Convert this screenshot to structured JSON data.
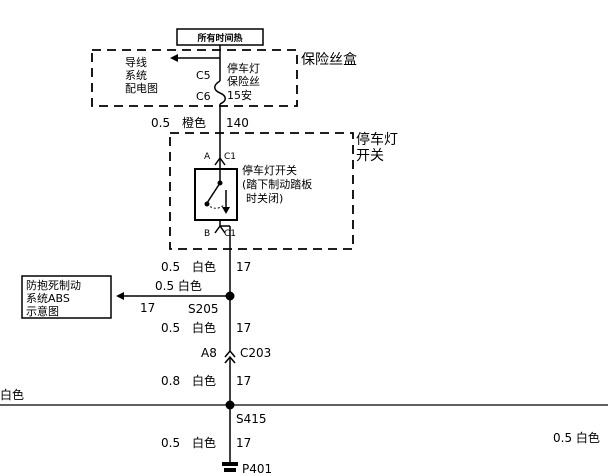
{
  "hot_at_all_times": "所有时间热",
  "fuse_box": {
    "title": "保险丝盒",
    "ref_lines": [
      "导线",
      "系统",
      "配电图"
    ],
    "c5": "C5",
    "c6": "C6",
    "fuse_lines": [
      "停车灯",
      "保险丝",
      "15安"
    ]
  },
  "wire_140": {
    "gauge": "0.5",
    "color": "橙色",
    "circuit": "140"
  },
  "switch": {
    "title_lines": [
      "停车灯",
      "开关"
    ],
    "pin_a": "A",
    "pin_a_conn": "C1",
    "pin_b": "B",
    "pin_b_conn": "C1",
    "desc_lines": [
      "停车灯开关",
      "(踏下制动踏板",
      "时关闭)"
    ]
  },
  "wire_17_a": {
    "gauge": "0.5",
    "color": "白色",
    "circuit": "17"
  },
  "abs": {
    "ref_lines": [
      "防抱死制动",
      "系统ABS",
      "示意图"
    ],
    "wire_label": "0.5 白色",
    "circuit": "17"
  },
  "splice_s205": "S205",
  "wire_17_b": {
    "gauge": "0.5",
    "color": "白色",
    "circuit": "17"
  },
  "c203": {
    "pin": "A8",
    "conn": "C203"
  },
  "wire_17_c": {
    "gauge": "0.8",
    "color": "白色",
    "circuit": "17"
  },
  "left_edge_label": "白色",
  "splice_s415": "S415",
  "wire_17_d": {
    "gauge": "0.5",
    "color": "白色",
    "circuit": "17"
  },
  "right_wire_label": "0.5 白色",
  "ground_p401": "P401"
}
